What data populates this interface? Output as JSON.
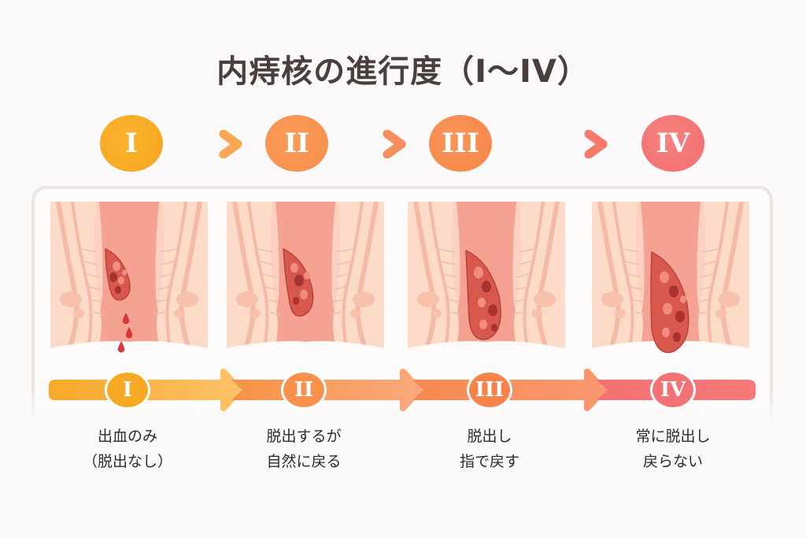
{
  "title": "内痔核の進行度（I〜IV）",
  "colors": {
    "stage1": "#f9ad25",
    "stage2": "#f8944c",
    "stage3": "#f7874f",
    "stage4": "#f47678",
    "text": "#4a3f3d"
  },
  "stages": [
    {
      "numeral": "I",
      "caption_line1": "出血のみ",
      "caption_line2": "（脱出なし）",
      "bleeding": true
    },
    {
      "numeral": "II",
      "caption_line1": "脱出するが",
      "caption_line2": "自然に戻る",
      "bleeding": false
    },
    {
      "numeral": "III",
      "caption_line1": "脱出し",
      "caption_line2": "指で戻す",
      "bleeding": false
    },
    {
      "numeral": "IV",
      "caption_line1": "常に脱出し",
      "caption_line2": "戻らない",
      "bleeding": false
    }
  ],
  "icons": {
    "arrow": "arrow-right-icon",
    "illustration": "hemorrhoid-cross-section-illustration",
    "blood_drop": "blood-drop-icon"
  }
}
